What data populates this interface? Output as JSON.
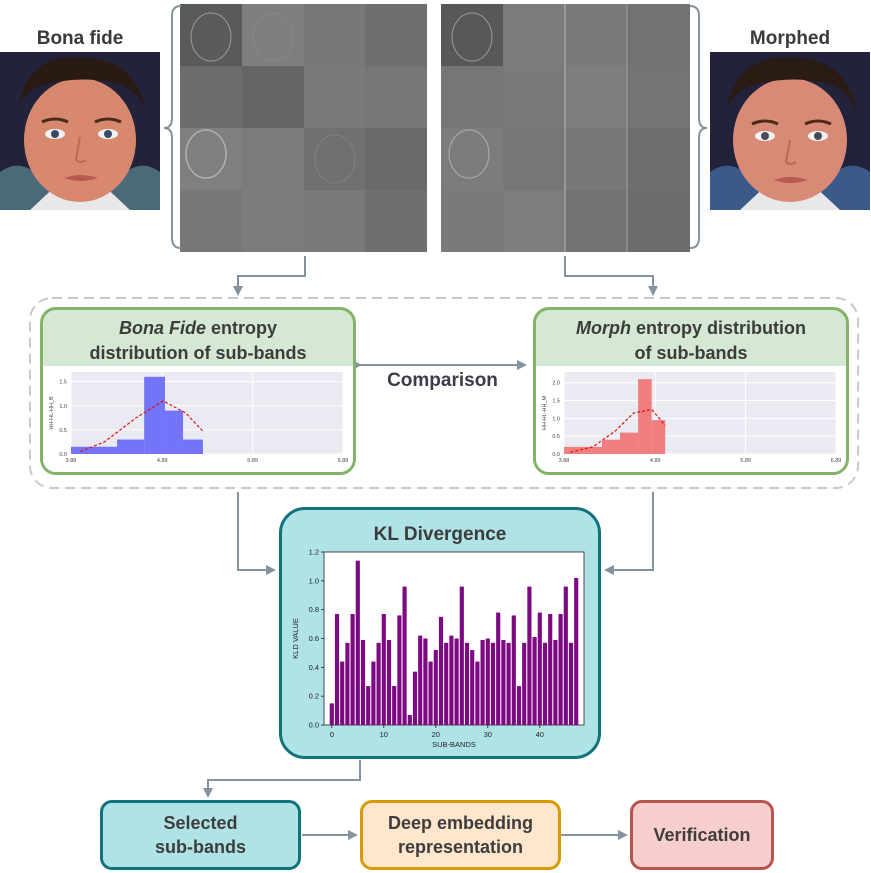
{
  "labels": {
    "bona_fide": "Bona fide",
    "morphed": "Morphed",
    "comparison": "Comparison"
  },
  "panels": {
    "bona_fide": {
      "title_italic": "Bona Fide",
      "title_rest": " entropy",
      "title_line2": "distribution of sub-bands",
      "ylabel": "HH-HL-HH_B",
      "color": "#6e6ef8"
    },
    "morph": {
      "title_italic": "Morph",
      "title_rest": " entropy distribution",
      "title_line2": "of sub-bands",
      "ylabel": "HH-HL-HH_M",
      "color": "#f07878"
    }
  },
  "kl_panel": {
    "title": "KL Divergence"
  },
  "bottom_nodes": {
    "selected": {
      "line1": "Selected",
      "line2": "sub-bands"
    },
    "deep": {
      "line1": "Deep embedding",
      "line2": "representation"
    },
    "verification": {
      "label": "Verification"
    }
  },
  "chart_data": [
    {
      "type": "bar",
      "x_edges": [
        3.88,
        4.39,
        4.69,
        4.92,
        5.12,
        5.34
      ],
      "values": [
        0.15,
        0.3,
        1.6,
        0.9,
        0.3
      ],
      "curve_x": [
        3.98,
        4.25,
        4.6,
        4.9,
        5.15,
        5.35
      ],
      "curve_y": [
        0.05,
        0.25,
        0.75,
        1.1,
        0.85,
        0.45
      ],
      "yticks": [
        "0.0",
        "0.5",
        "1.0",
        "1.5"
      ],
      "xticks": [
        "3.88",
        "4.89",
        "5.89",
        "6.89"
      ],
      "xlim": [
        3.88,
        6.89
      ],
      "ylim": [
        0,
        1.7
      ],
      "ylabel": "HH-HL-HH_B"
    },
    {
      "type": "bar",
      "x_edges": [
        3.88,
        4.1,
        4.3,
        4.5,
        4.7,
        4.85,
        5.0
      ],
      "values": [
        0.2,
        0.2,
        0.4,
        0.6,
        2.1,
        0.95
      ],
      "curve_x": [
        3.95,
        4.2,
        4.45,
        4.65,
        4.85,
        5.0
      ],
      "curve_y": [
        0.05,
        0.2,
        0.65,
        1.15,
        1.25,
        0.8
      ],
      "yticks": [
        "0.0",
        "0.5",
        "1.0",
        "1.5",
        "2.0"
      ],
      "xticks": [
        "3.88",
        "4.89",
        "5.89",
        "6.89"
      ],
      "xlim": [
        3.88,
        6.89
      ],
      "ylim": [
        0,
        2.3
      ],
      "ylabel": "HH-HL-HH_M"
    },
    {
      "type": "bar",
      "categories": [
        0,
        1,
        2,
        3,
        4,
        5,
        6,
        7,
        8,
        9,
        10,
        11,
        12,
        13,
        14,
        15,
        16,
        17,
        18,
        19,
        20,
        21,
        22,
        23,
        24,
        25,
        26,
        27,
        28,
        29,
        30,
        31,
        32,
        33,
        34,
        35,
        36,
        37,
        38,
        39,
        40,
        41,
        42,
        43,
        44,
        45,
        46,
        47
      ],
      "values": [
        0.15,
        0.77,
        0.44,
        0.57,
        0.77,
        1.14,
        0.59,
        0.27,
        0.44,
        0.57,
        0.77,
        0.59,
        0.27,
        0.76,
        0.96,
        0.07,
        0.37,
        0.62,
        0.6,
        0.44,
        0.52,
        0.75,
        0.57,
        0.62,
        0.6,
        0.96,
        0.57,
        0.52,
        0.44,
        0.59,
        0.6,
        0.57,
        0.78,
        0.59,
        0.57,
        0.76,
        0.27,
        0.57,
        0.96,
        0.61,
        0.78,
        0.57,
        0.77,
        0.59,
        0.77,
        0.96,
        0.57,
        1.02
      ],
      "xlabel": "SUB-BANDS",
      "ylabel": "KLD VALUE",
      "ylim": [
        0,
        1.2
      ],
      "yticks": [
        "0.0",
        "0.2",
        "0.4",
        "0.6",
        "0.8",
        "1.0",
        "1.2"
      ],
      "xticks": [
        "0",
        "10",
        "20",
        "30",
        "40"
      ],
      "color": "#7d0a82"
    }
  ],
  "colors": {
    "arrow": "#8592a0",
    "green_border": "#82b366",
    "green_fill": "#d5e8d4",
    "teal_border": "#10737a",
    "teal_fill": "#b0e3e6",
    "orange_border": "#d79b00",
    "orange_fill": "#ffe6cc",
    "red_border": "#b85450",
    "red_fill": "#f8cecc"
  }
}
